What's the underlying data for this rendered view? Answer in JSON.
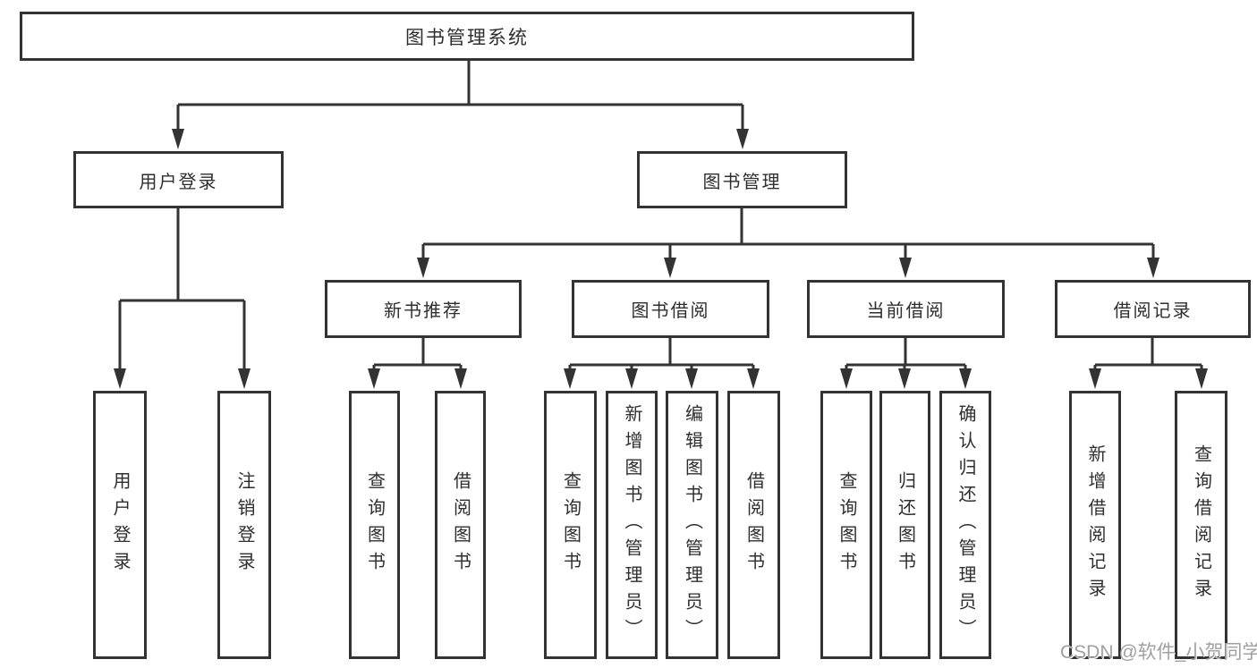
{
  "diagram": {
    "title": "图书管理系统",
    "tree": {
      "root": {
        "label": "图书管理系统"
      },
      "user_login": {
        "label": "用户登录",
        "children": {
          "login": {
            "label": "用户登录"
          },
          "logout": {
            "label": "注销登录"
          }
        }
      },
      "book_mgmt": {
        "label": "图书管理",
        "children": {
          "new_book_rec": {
            "label": "新书推荐",
            "children": {
              "query": {
                "label": "查询图书"
              },
              "borrow": {
                "label": "借阅图书"
              }
            }
          },
          "book_borrow": {
            "label": "图书借阅",
            "children": {
              "query": {
                "label": "查询图书"
              },
              "add": {
                "label": "新增图书（管理员）"
              },
              "edit": {
                "label": "编辑图书（管理员）"
              },
              "borrow": {
                "label": "借阅图书"
              }
            }
          },
          "current_borrow": {
            "label": "当前借阅",
            "children": {
              "query": {
                "label": "查询图书"
              },
              "return": {
                "label": "归还图书"
              },
              "confirm": {
                "label": "确认归还（管理员）"
              }
            }
          },
          "borrow_record": {
            "label": "借阅记录",
            "children": {
              "add": {
                "label": "新增借阅记录"
              },
              "query": {
                "label": "查询借阅记录"
              }
            }
          }
        }
      }
    }
  },
  "watermark": {
    "text": "CSDN @软件_小贺同学"
  },
  "colors": {
    "line_and_border": "#333333",
    "node_text": "#2e2e2e",
    "watermark_text": "#a0a0a0",
    "background": "#ffffff"
  }
}
